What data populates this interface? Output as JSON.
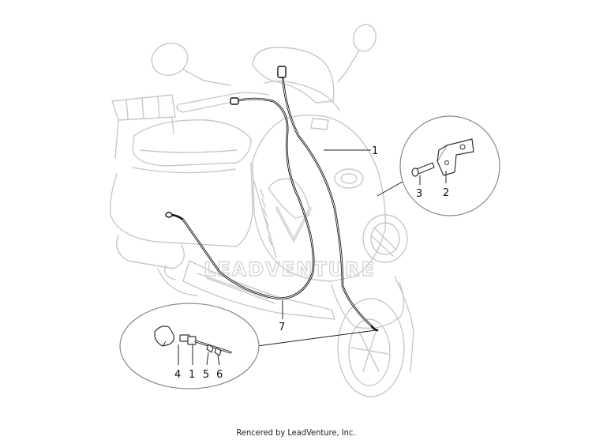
{
  "diagram": {
    "part_labels": {
      "cable_main": "1",
      "bracket": "2",
      "screw": "3",
      "connector_cap": "4",
      "fitting": "1",
      "clamp_a": "5",
      "clamp_b": "6",
      "cable_lower": "7"
    },
    "watermark": "LEADVENTURE",
    "credit": "Rencered by LeadVenture, Inc."
  }
}
